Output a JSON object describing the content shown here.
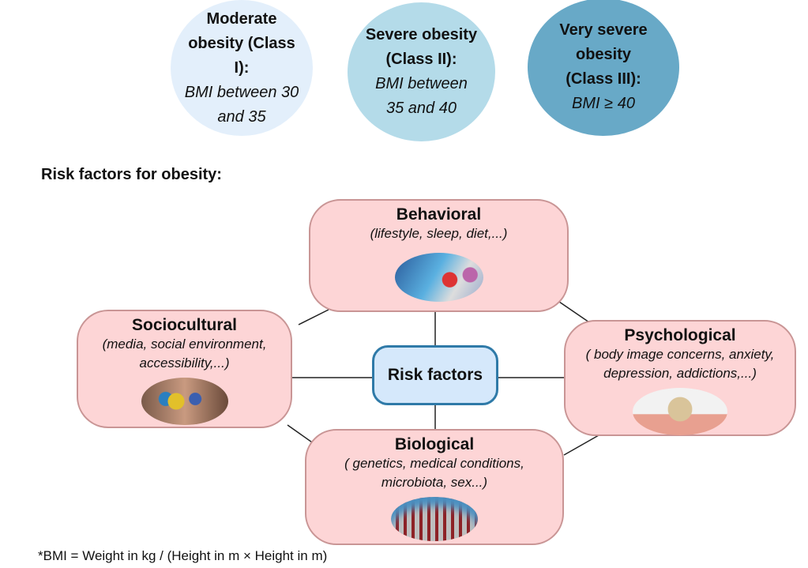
{
  "classes": [
    {
      "title": "Moderate obesity (Class I):",
      "desc": "BMI between 30 and 35"
    },
    {
      "title": "Severe obesity (Class II):",
      "desc": "BMI between 35 and 40"
    },
    {
      "title": "Very severe obesity (Class III):",
      "desc": "BMI ≥ 40"
    }
  ],
  "heading": "Risk factors for obesity:",
  "center": "Risk factors",
  "factors": {
    "behavioral": {
      "title": "Behavioral",
      "desc": "(lifestyle, sleep, diet,...)"
    },
    "sociocultural": {
      "title": "Sociocultural",
      "desc": "(media, social environment, accessibility,...)"
    },
    "psychological": {
      "title": "Psychological",
      "desc": "( body image concerns, anxiety, depression, addictions,...)"
    },
    "biological": {
      "title": "Biological",
      "desc": "( genetics, medical conditions, microbiota, sex...)"
    }
  },
  "footnote": "*BMI = Weight in kg / (Height in m × Height in m)"
}
